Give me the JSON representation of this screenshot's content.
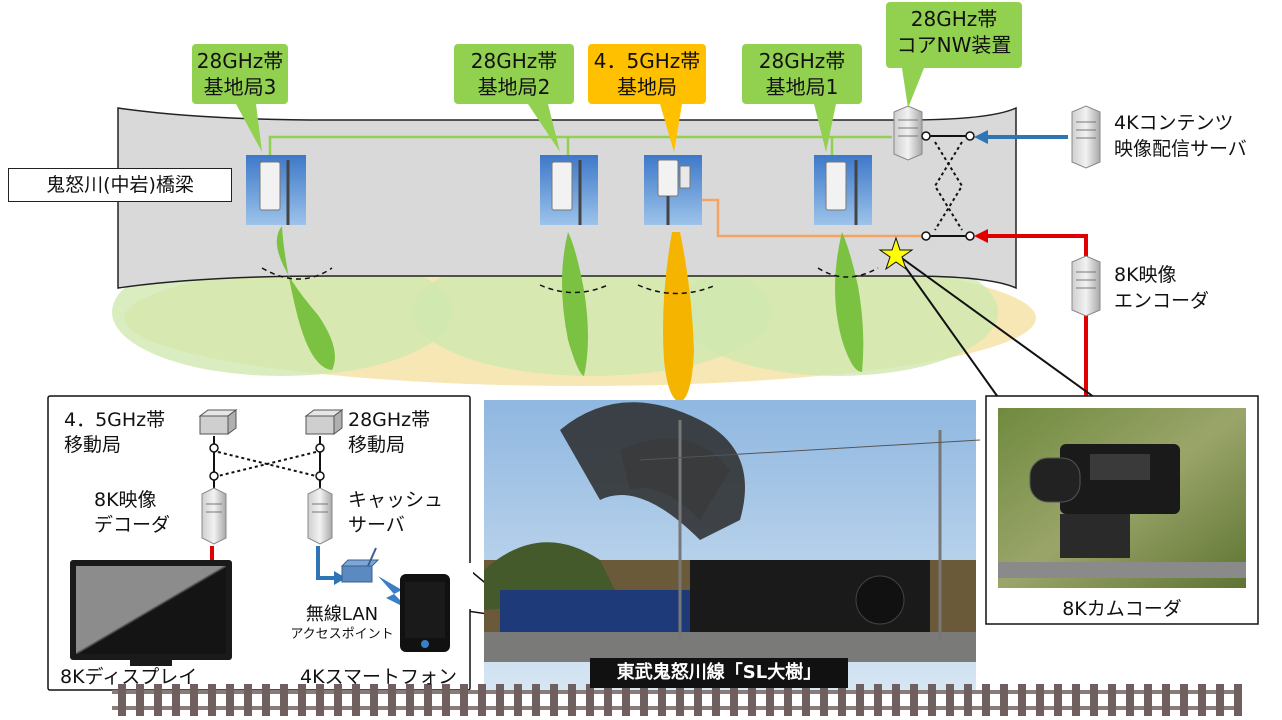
{
  "base_stations": {
    "bs3": {
      "line1": "28GHz帯",
      "line2": "基地局3"
    },
    "bs2": {
      "line1": "28GHz帯",
      "line2": "基地局2"
    },
    "bs45": {
      "line1": "4．5GHz帯",
      "line2": "基地局"
    },
    "bs1": {
      "line1": "28GHz帯",
      "line2": "基地局1"
    },
    "core": {
      "line1": "28GHz帯",
      "line2": "コアNW装置"
    }
  },
  "bridge": {
    "label": "鬼怒川(中岩)橋梁"
  },
  "servers": {
    "content": {
      "line1": "4Kコンテンツ",
      "line2": "映像配信サーバ"
    },
    "encoder": {
      "line1": "8K映像",
      "line2": "エンコーダ"
    }
  },
  "camera": {
    "caption": "8Kカムコーダ"
  },
  "train": {
    "caption": "東武鬼怒川線「SL大樹」"
  },
  "onboard": {
    "mobile45": {
      "line1": "4．5GHz帯",
      "line2": "移動局"
    },
    "mobile28": {
      "line1": "28GHz帯",
      "line2": "移動局"
    },
    "decoder": {
      "line1": "8K映像",
      "line2": "デコーダ"
    },
    "cache": {
      "line1": "キャッシュ",
      "line2": "サーバ"
    },
    "wlan": {
      "line1": "無線LAN",
      "line2": "アクセスポイント"
    },
    "display": "8Kディスプレイ",
    "phone": "4Kスマートフォン"
  },
  "colors": {
    "green_callout": "#92d050",
    "orange_callout": "#ffc000",
    "bridge_gray": "#d9d9d9",
    "green_link": "#92d050",
    "orange_link": "#f4a460",
    "blue_link": "#2e75b6",
    "red_link": "#e00000",
    "beam_green": "#7cc242",
    "beam_orange": "#f5b400",
    "coverage_green": "#cfe8b0",
    "coverage_yellow": "#f6e3a8"
  }
}
